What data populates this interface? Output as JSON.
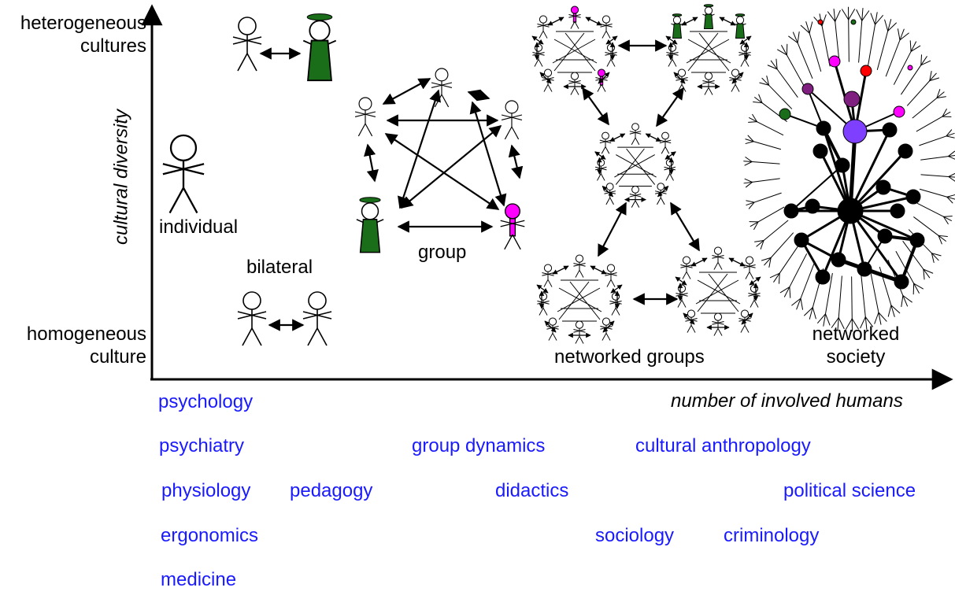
{
  "axes": {
    "y_label": "cultural diversity",
    "x_label": "number of involved humans",
    "y_top": [
      "heterogeneous",
      "cultures"
    ],
    "y_bottom": [
      "homogeneous",
      "culture"
    ]
  },
  "stages": {
    "individual": "individual",
    "bilateral": "bilateral",
    "group": "group",
    "networked_groups": "networked groups",
    "networked_society": [
      "networked",
      "society"
    ]
  },
  "disciplines": {
    "psychology": "psychology",
    "psychiatry": "psychiatry",
    "physiology": "physiology",
    "ergonomics": "ergonomics",
    "medicine": "medicine",
    "pedagogy": "pedagogy",
    "group_dynamics": "group dynamics",
    "didactics": "didactics",
    "cultural_anthropology": "cultural anthropology",
    "sociology": "sociology",
    "criminology": "criminology",
    "political_science": "political science"
  },
  "colors": {
    "discipline_text": "#1a1aff",
    "green_figure": "#1a6e1a",
    "magenta_figure": "#ff00ff",
    "purple_node": "#7f1f7f",
    "red_node": "#ff0000",
    "blue_violet_node": "#7f3fff"
  }
}
